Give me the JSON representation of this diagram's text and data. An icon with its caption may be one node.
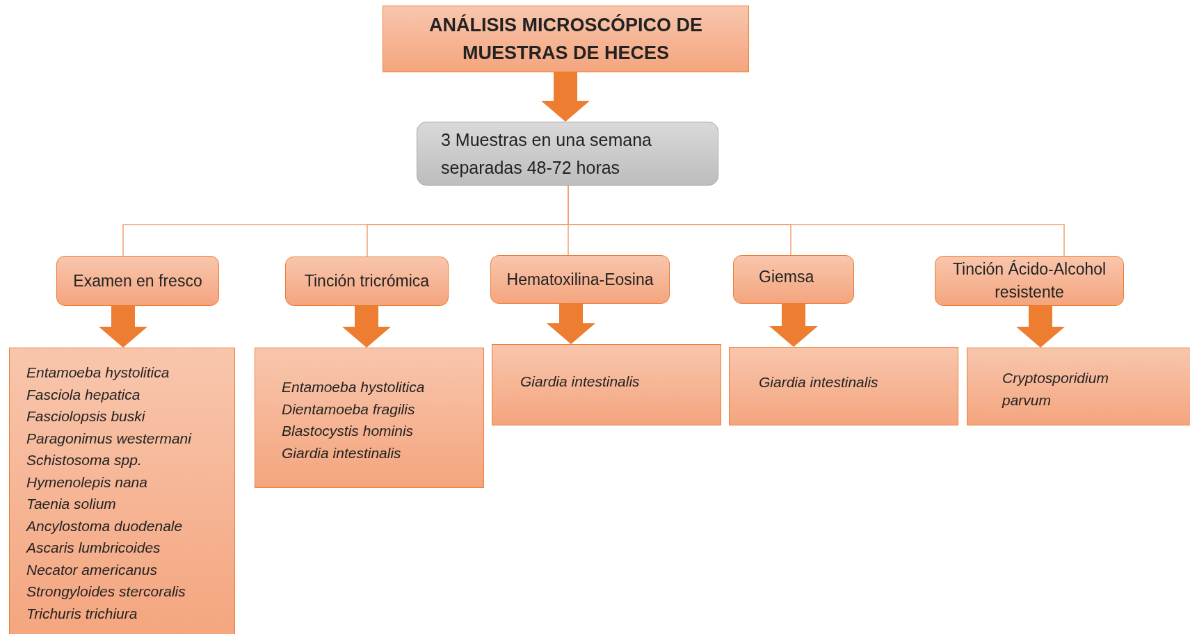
{
  "diagram": {
    "nodes": [
      {
        "text": [
          "ANÁLISIS MICROSCÓPICO DE MUESTRAS DE HECES"
        ]
      },
      {
        "text": [
          "3 Muestras en una semana separadas 48-72 horas"
        ]
      },
      {
        "text": [
          "Examen en fresco"
        ]
      },
      {
        "text": [
          "Tinción tricrómica"
        ]
      },
      {
        "text": [
          "Hematoxilina-Eosina"
        ]
      },
      {
        "text": [
          "Giemsa"
        ]
      },
      {
        "text": [
          "Tinción Ácido-Alcohol resistente"
        ]
      },
      {
        "text": [
          "Entamoeba hystolitica",
          "Fasciola hepatica",
          "Fasciolopsis buski",
          "Paragonimus westermani",
          "Schistosoma spp.",
          "Hymenolepis nana",
          "Taenia solium",
          "Ancylostoma duodenale",
          "Ascaris lumbricoides",
          "Necator americanus",
          "Strongyloides stercoralis",
          "Trichuris trichiura"
        ]
      },
      {
        "text": [
          "Entamoeba hystolitica",
          "Dientamoeba fragilis",
          "Blastocystis hominis",
          "Giardia intestinalis"
        ]
      },
      {
        "text": [
          "Giardia intestinalis"
        ]
      },
      {
        "text": [
          "Giardia intestinalis"
        ]
      },
      {
        "text": [
          "Cryptosporidium parvum"
        ]
      }
    ],
    "edges": [
      {
        "from": 0,
        "to": 1,
        "arrow": "to",
        "style": "thick"
      },
      {
        "from": 1,
        "to": 2,
        "arrow": "none"
      },
      {
        "from": 1,
        "to": 3,
        "arrow": "none"
      },
      {
        "from": 1,
        "to": 4,
        "arrow": "none"
      },
      {
        "from": 1,
        "to": 5,
        "arrow": "none"
      },
      {
        "from": 1,
        "to": 6,
        "arrow": "none"
      },
      {
        "from": 2,
        "to": 7,
        "arrow": "to",
        "style": "thick"
      },
      {
        "from": 3,
        "to": 8,
        "arrow": "to",
        "style": "thick"
      },
      {
        "from": 4,
        "to": 9,
        "arrow": "to",
        "style": "thick"
      },
      {
        "from": 5,
        "to": 10,
        "arrow": "to",
        "style": "thick"
      },
      {
        "from": 6,
        "to": 11,
        "arrow": "to",
        "style": "thick"
      }
    ]
  }
}
